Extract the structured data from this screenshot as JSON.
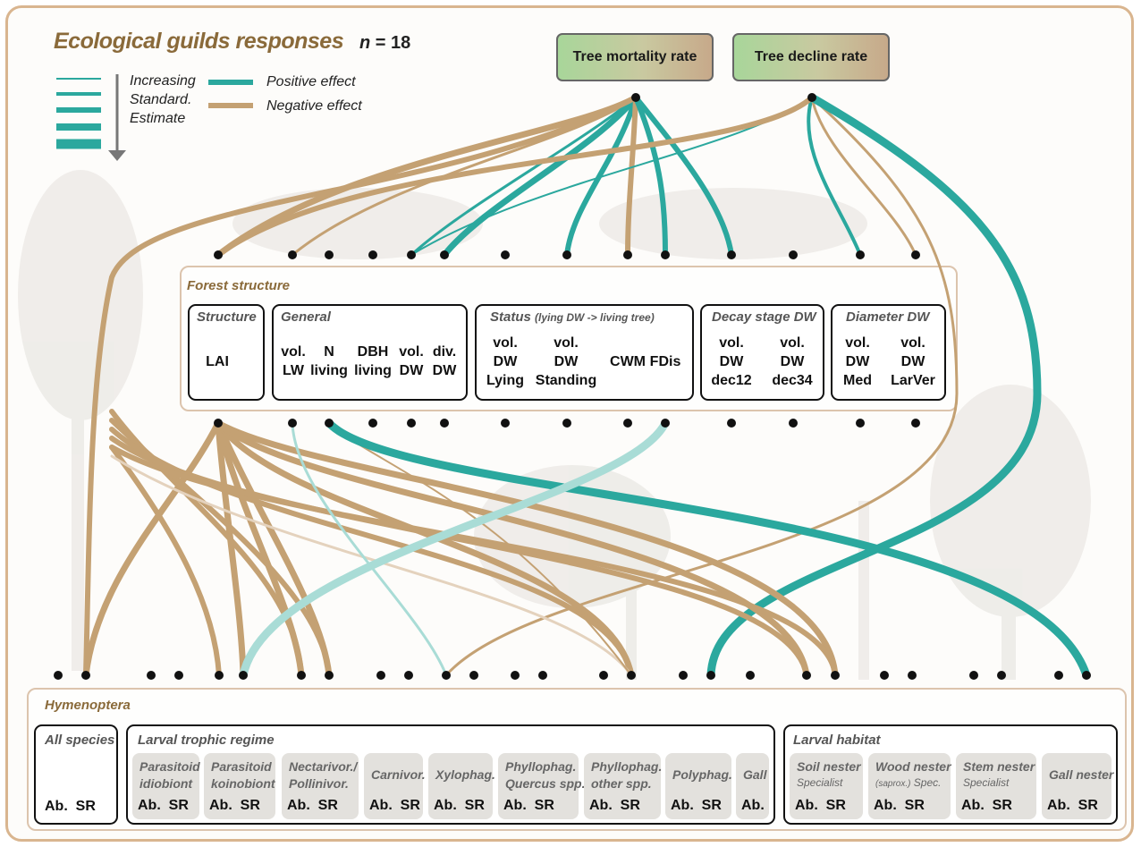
{
  "title": "Ecological guilds responses",
  "n": {
    "label": "n",
    "eq": " = 18"
  },
  "legend": {
    "size_text": "Increasing\nStandard.\nEstimate",
    "positive_label": "Positive effect",
    "negative_label": "Negative effect",
    "colors": {
      "positive": "#2ba89e",
      "negative": "#c4a173"
    }
  },
  "responses": {
    "mortality": "Tree mortality rate",
    "decline": "Tree decline rate"
  },
  "forest": {
    "title": "Forest structure",
    "groups": {
      "structure": "Structure",
      "general": "General",
      "status_main": "Status",
      "status_sub": "(lying DW -> living tree)",
      "decay": "Decay stage DW",
      "diameter": "Diameter DW"
    },
    "vars": [
      "LAI",
      "vol.\nLW",
      "N\nliving",
      "DBH\nliving",
      "vol.\nDW",
      "div.\nDW",
      "vol.\nDW\nLying",
      "vol.\nDW\nStanding",
      "CWM",
      "FDis",
      "vol.\nDW\ndec12",
      "vol.\nDW\ndec34",
      "vol.\nDW\nMed",
      "vol.\nDW\nLarVer"
    ]
  },
  "hymenoptera": {
    "title": "Hymenoptera",
    "all_species": "All species",
    "larval_trophic": "Larval trophic regime",
    "larval_habitat": "Larval habitat",
    "ab": "Ab.",
    "sr": "SR",
    "guilds": [
      {
        "name": "Parasitoid\nidiobiont"
      },
      {
        "name": "Parasitoid\nkoinobiont"
      },
      {
        "name": "Nectarivor./\nPollinivor."
      },
      {
        "name": "Carnivor."
      },
      {
        "name": "Xylophag."
      },
      {
        "name": "Phyllophag.\nQuercus spp."
      },
      {
        "name": "Phyllophag.\nother spp."
      },
      {
        "name": "Polyphag."
      },
      {
        "name": "Gall"
      },
      {
        "name": "Soil nester",
        "note_pre": "Specialist",
        "note_small": ""
      },
      {
        "name": "Wood nester",
        "note_pre": "",
        "note_small": "(saprox.)",
        "note_post": " Spec."
      },
      {
        "name": "Stem nester",
        "note_pre": "Specialist",
        "note_small": ""
      },
      {
        "name": "Gall nester"
      }
    ]
  }
}
